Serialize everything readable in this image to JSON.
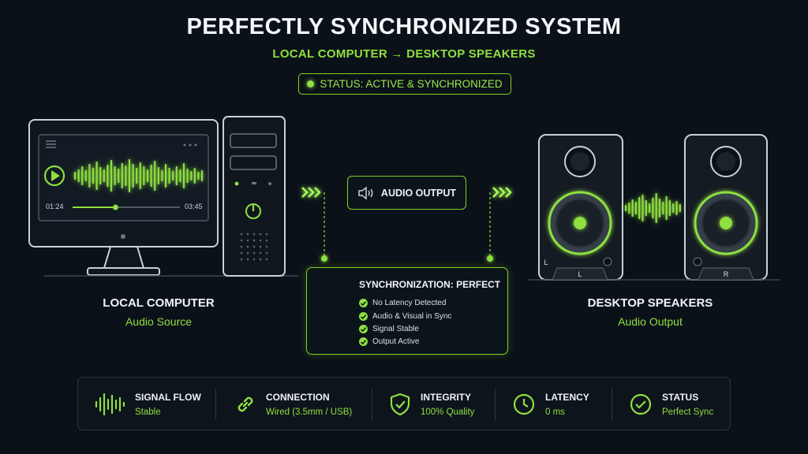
{
  "header": {
    "title": "PERFECTLY SYNCHRONIZED SYSTEM",
    "subtitle": "LOCAL COMPUTER → DESKTOP SPEAKERS",
    "status": "STATUS: ACTIVE & SYNCHRONIZED"
  },
  "computer": {
    "label": "LOCAL COMPUTER",
    "sublabel": "Audio Source",
    "player": {
      "elapsed": "01:24",
      "total": "03:45",
      "progress": 0.4
    }
  },
  "speakers": {
    "label": "DESKTOP SPEAKERS",
    "sublabel": "Audio Output",
    "left_label": "L",
    "right_label": "R"
  },
  "audio_output": {
    "label": "AUDIO OUTPUT"
  },
  "sync": {
    "title": "SYNCHRONIZATION: PERFECT",
    "items": [
      "No Latency Detected",
      "Audio & Visual in Sync",
      "Signal Stable",
      "Output Active"
    ]
  },
  "stats": [
    {
      "label": "SIGNAL FLOW",
      "value": "Stable",
      "icon": "waveform-icon"
    },
    {
      "label": "CONNECTION",
      "value": "Wired (3.5mm / USB)",
      "icon": "link-icon"
    },
    {
      "label": "INTEGRITY",
      "value": "100% Quality",
      "icon": "shield-check-icon"
    },
    {
      "label": "LATENCY",
      "value": "0 ms",
      "icon": "clock-icon"
    },
    {
      "label": "STATUS",
      "value": "Perfect Sync",
      "icon": "check-circle-icon"
    }
  ],
  "colors": {
    "accent": "#7ed321",
    "background": "#0b1118",
    "outline": "#c9d1d9"
  }
}
